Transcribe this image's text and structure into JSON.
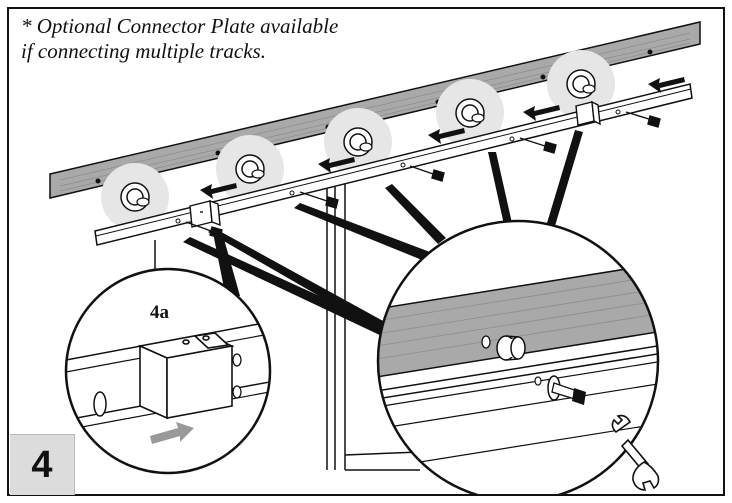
{
  "note": {
    "line1": "* Optional Connector Plate available",
    "line2": "if connecting multiple tracks."
  },
  "detail": {
    "label": "4a"
  },
  "step": {
    "number": "4"
  },
  "colors": {
    "wood": "#a9a9a9",
    "highlight": "#e6e6e6",
    "arrow": "#111111",
    "detail_arrow": "#999999"
  },
  "icons": [
    "wrench-icon",
    "bolt-icon",
    "spacer-icon",
    "connector-plate-icon",
    "direction-arrow-icon"
  ]
}
